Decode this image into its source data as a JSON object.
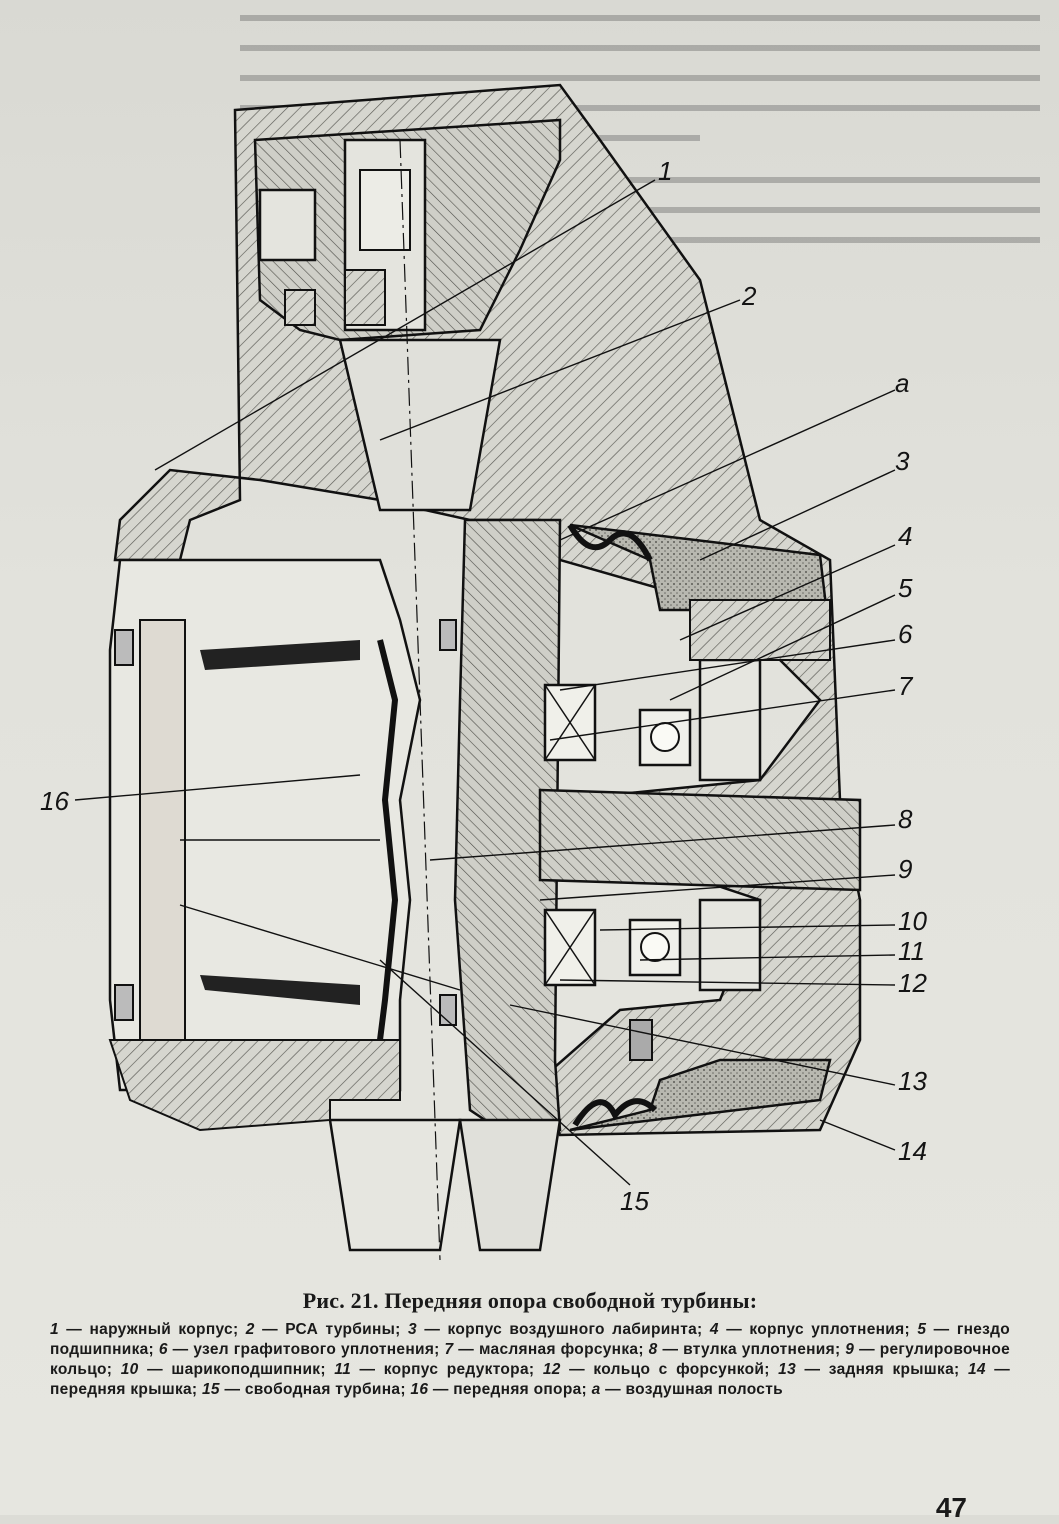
{
  "caption": {
    "label": "Рис. 21.",
    "title": "Передняя опора свободной турбины:"
  },
  "legend": [
    {
      "num": "1",
      "text": "наружный корпус;"
    },
    {
      "num": "2",
      "text": "РСА турбины;"
    },
    {
      "num": "3",
      "text": "корпус воздушного лабиринта;"
    },
    {
      "num": "4",
      "text": "корпус уплотнения;"
    },
    {
      "num": "5",
      "text": "гнездо подшипника;"
    },
    {
      "num": "6",
      "text": "узел графитового уплотнения;"
    },
    {
      "num": "7",
      "text": "масляная форсунка;"
    },
    {
      "num": "8",
      "text": "втулка уплотнения;"
    },
    {
      "num": "9",
      "text": "регулировочное кольцо;"
    },
    {
      "num": "10",
      "text": "шарикоподшипник;"
    },
    {
      "num": "11",
      "text": "корпус редуктора;"
    },
    {
      "num": "12",
      "text": "кольцо с форсункой;"
    },
    {
      "num": "13",
      "text": "задняя крышка;"
    },
    {
      "num": "14",
      "text": "передняя крышка;"
    },
    {
      "num": "15",
      "text": "свободная турбина;"
    },
    {
      "num": "16",
      "text": "передняя опора;"
    },
    {
      "num": "а",
      "text": "воздушная полость"
    }
  ],
  "callouts": [
    "1",
    "2",
    "а",
    "3",
    "4",
    "5",
    "6",
    "7",
    "8",
    "9",
    "10",
    "11",
    "12",
    "13",
    "14",
    "15",
    "16"
  ],
  "page_number": "47"
}
